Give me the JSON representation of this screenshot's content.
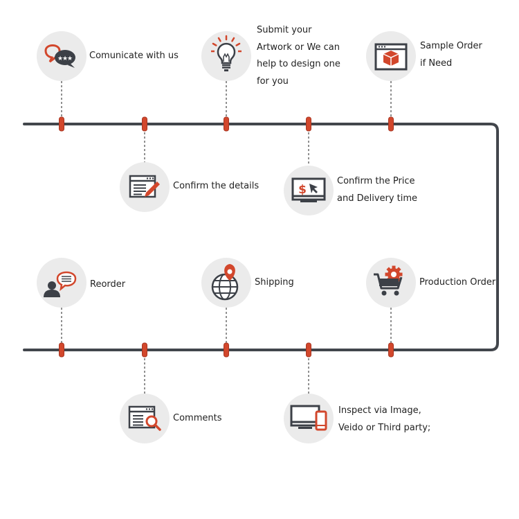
{
  "colors": {
    "track": "#42464c",
    "accent": "#d2472c",
    "icon_dark": "#3c4047",
    "circle_bg": "#ebebeb",
    "text": "#222222"
  },
  "steps": [
    {
      "label_lines": [
        "Comunicate with us"
      ],
      "icon": "chat-bubbles-icon",
      "row": "top"
    },
    {
      "label_lines": [
        "Confirm the details"
      ],
      "icon": "document-edit-icon",
      "row": "top"
    },
    {
      "label_lines": [
        "Submit your",
        "Artwork or We can",
        "help to design one",
        "for you"
      ],
      "icon": "lightbulb-icon",
      "row": "top"
    },
    {
      "label_lines": [
        "Confirm the Price",
        "and Delivery time"
      ],
      "icon": "monitor-price-icon",
      "row": "top"
    },
    {
      "label_lines": [
        "Sample Order",
        "if Need"
      ],
      "icon": "sample-box-icon",
      "row": "top"
    },
    {
      "label_lines": [
        "Reorder"
      ],
      "icon": "person-chat-icon",
      "row": "bottom"
    },
    {
      "label_lines": [
        "Comments"
      ],
      "icon": "document-search-icon",
      "row": "bottom"
    },
    {
      "label_lines": [
        "Shipping"
      ],
      "icon": "globe-pin-icon",
      "row": "bottom"
    },
    {
      "label_lines": [
        "Inspect via Image,",
        "Veido or Third party;"
      ],
      "icon": "monitor-phone-icon",
      "row": "bottom"
    },
    {
      "label_lines": [
        "Production Order"
      ],
      "icon": "cart-gear-icon",
      "row": "bottom"
    }
  ]
}
